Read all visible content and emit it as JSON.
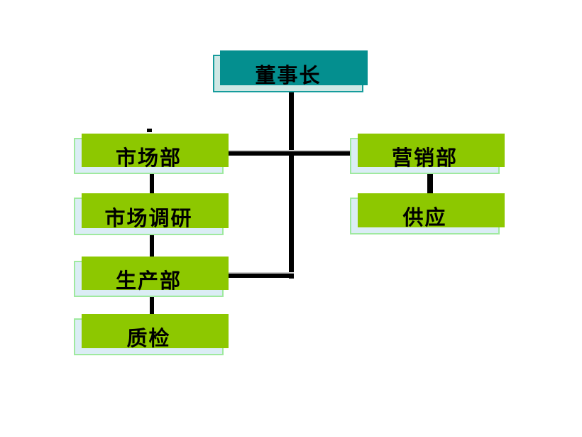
{
  "diagram": {
    "type": "org-chart",
    "background": "#ffffff",
    "connector_color": "#000000",
    "connector_highlight": "#cfcfcf",
    "styles": {
      "root": {
        "fill": "#cfe8e5",
        "border": "#169c9c",
        "shadow": "#048f8f"
      },
      "dept": {
        "fill": "#dbedf5",
        "border": "#9fe99f",
        "shadow": "#8dc800"
      }
    },
    "nodes": [
      {
        "id": "chairman",
        "label": "董事长",
        "style": "root"
      },
      {
        "id": "marketing",
        "label": "市场部",
        "style": "dept"
      },
      {
        "id": "sales",
        "label": "营销部",
        "style": "dept"
      },
      {
        "id": "market-research",
        "label": "市场调研",
        "style": "dept"
      },
      {
        "id": "supply",
        "label": "供应",
        "style": "dept"
      },
      {
        "id": "production",
        "label": "生产部",
        "style": "dept"
      },
      {
        "id": "quality",
        "label": "质检",
        "style": "dept"
      }
    ],
    "edges": [
      {
        "from": "chairman",
        "to": "marketing"
      },
      {
        "from": "chairman",
        "to": "sales"
      },
      {
        "from": "chairman",
        "to": "production"
      },
      {
        "from": "marketing",
        "to": "market-research"
      },
      {
        "from": "market-research",
        "to": "production"
      },
      {
        "from": "production",
        "to": "quality"
      },
      {
        "from": "sales",
        "to": "supply"
      }
    ]
  }
}
